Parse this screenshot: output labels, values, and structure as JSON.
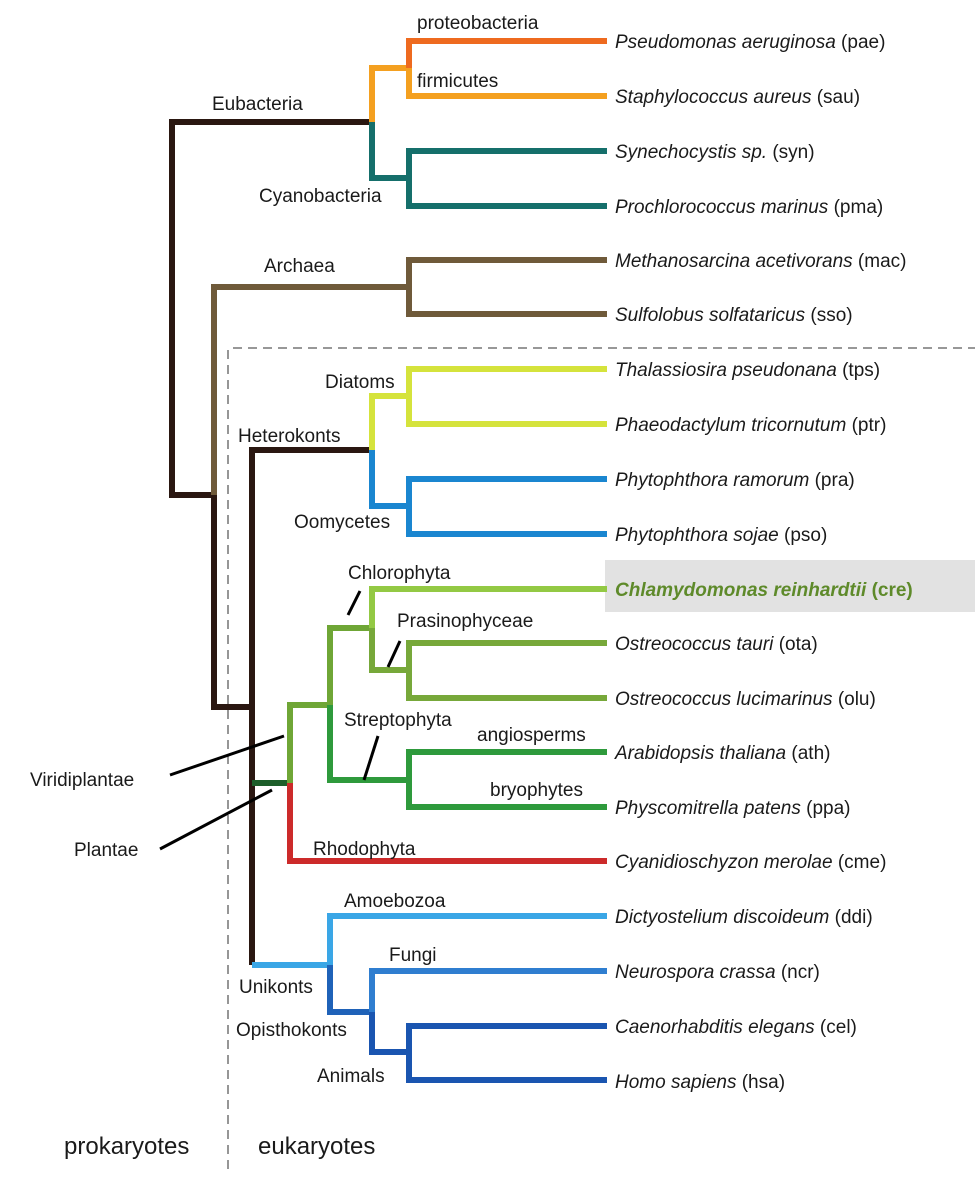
{
  "colors": {
    "root": "#2a1711",
    "proteobacteria": "#ee6a1f",
    "firmicutes": "#f4a020",
    "cyanobacteria": "#156f6b",
    "archaea": "#6f5a3a",
    "diatoms": "#d5e33c",
    "oomycetes": "#1a86d0",
    "chlorophyta": "#93c944",
    "prasinophyceae": "#77a83a",
    "streptophyta": "#2e9a3c",
    "viridiplantae": "#6fa636",
    "plantae": "#1d5e2a",
    "rhodophyta": "#cc2a2a",
    "amoebozoa": "#3aa6e6",
    "unikonts": "#3aa6e6",
    "fungi": "#2f7ed0",
    "opisthokonts": "#1f62b8",
    "animals": "#1a55b0",
    "highlight_bg": "#e2e2e2",
    "highlight_text": "#5e8a2a"
  },
  "clades": {
    "eubacteria": "Eubacteria",
    "proteobacteria": "proteobacteria",
    "firmicutes": "firmicutes",
    "cyanobacteria": "Cyanobacteria",
    "archaea": "Archaea",
    "diatoms": "Diatoms",
    "heterokonts": "Heterokonts",
    "oomycetes": "Oomycetes",
    "chlorophyta": "Chlorophyta",
    "prasinophyceae": "Prasinophyceae",
    "streptophyta": "Streptophyta",
    "angiosperms": "angiosperms",
    "bryophytes": "bryophytes",
    "viridiplantae": "Viridiplantae",
    "plantae": "Plantae",
    "rhodophyta": "Rhodophyta",
    "amoebozoa": "Amoebozoa",
    "fungi": "Fungi",
    "unikonts": "Unikonts",
    "opisthokonts": "Opisthokonts",
    "animals": "Animals"
  },
  "species": [
    {
      "name": "Pseudomonas aeruginosa",
      "code": "(pae)"
    },
    {
      "name": "Staphylococcus aureus",
      "code": "(sau)"
    },
    {
      "name": "Synechocystis sp.",
      "code": "(syn)"
    },
    {
      "name": "Prochlorococcus marinus",
      "code": "(pma)"
    },
    {
      "name": "Methanosarcina acetivorans",
      "code": "(mac)"
    },
    {
      "name": "Sulfolobus solfataricus",
      "code": "(sso)"
    },
    {
      "name": "Thalassiosira pseudonana",
      "code": "(tps)"
    },
    {
      "name": "Phaeodactylum tricornutum",
      "code": "(ptr)"
    },
    {
      "name": "Phytophthora ramorum",
      "code": "(pra)"
    },
    {
      "name": "Phytophthora sojae",
      "code": "(pso)"
    },
    {
      "name": "Chlamydomonas reinhardtii",
      "code": "(cre)"
    },
    {
      "name": "Ostreococcus tauri",
      "code": "(ota)"
    },
    {
      "name": "Ostreococcus lucimarinus",
      "code": "(olu)"
    },
    {
      "name": "Arabidopsis thaliana",
      "code": "(ath)"
    },
    {
      "name": "Physcomitrella patens",
      "code": "(ppa)"
    },
    {
      "name": "Cyanidioschyzon merolae",
      "code": "(cme)"
    },
    {
      "name": "Dictyostelium discoideum",
      "code": "(ddi)"
    },
    {
      "name": "Neurospora crassa",
      "code": "(ncr)"
    },
    {
      "name": "Caenorhabditis elegans",
      "code": "(cel)"
    },
    {
      "name": "Homo sapiens",
      "code": "(hsa)"
    }
  ],
  "footer": {
    "prokaryotes": "prokaryotes",
    "eukaryotes": "eukaryotes"
  }
}
